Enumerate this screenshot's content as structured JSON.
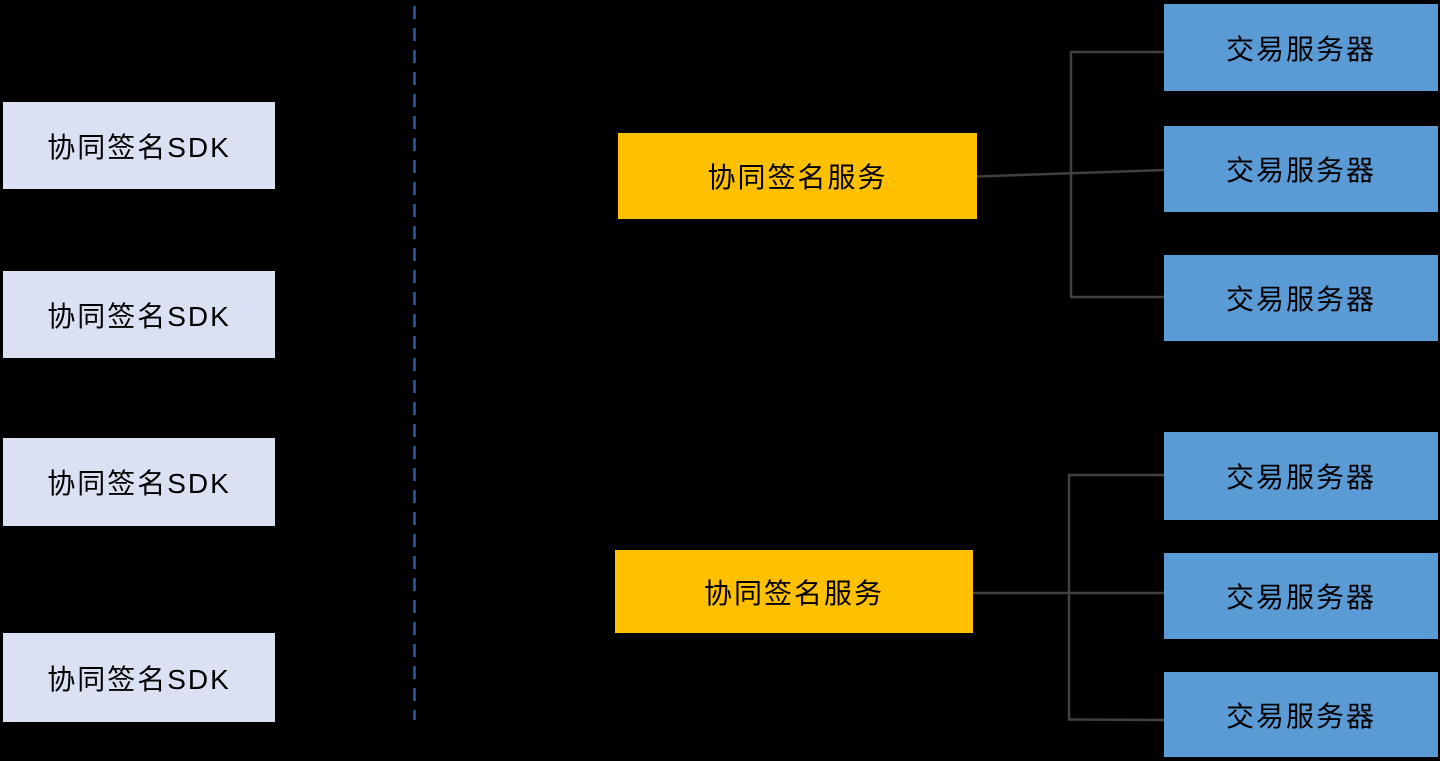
{
  "diagram": {
    "title": "collaborative-signing-architecture",
    "background_color": "#000000",
    "text_color": "#000000",
    "connector_color": "#404040",
    "divider": {
      "style": "dashed-vertical-line",
      "color": "#2D5AA0"
    },
    "sdk_group": {
      "fill": "#DAE1F2",
      "nodes": [
        {
          "label": "协同签名SDK"
        },
        {
          "label": "协同签名SDK"
        },
        {
          "label": "协同签名SDK"
        },
        {
          "label": "协同签名SDK"
        }
      ]
    },
    "service_group": {
      "fill": "#FFC000",
      "nodes": [
        {
          "label": "协同签名服务"
        },
        {
          "label": "协同签名服务"
        }
      ]
    },
    "server_group": {
      "fill": "#5B9BD5",
      "nodes": [
        {
          "label": "交易服务器"
        },
        {
          "label": "交易服务器"
        },
        {
          "label": "交易服务器"
        },
        {
          "label": "交易服务器"
        },
        {
          "label": "交易服务器"
        },
        {
          "label": "交易服务器"
        }
      ]
    }
  }
}
